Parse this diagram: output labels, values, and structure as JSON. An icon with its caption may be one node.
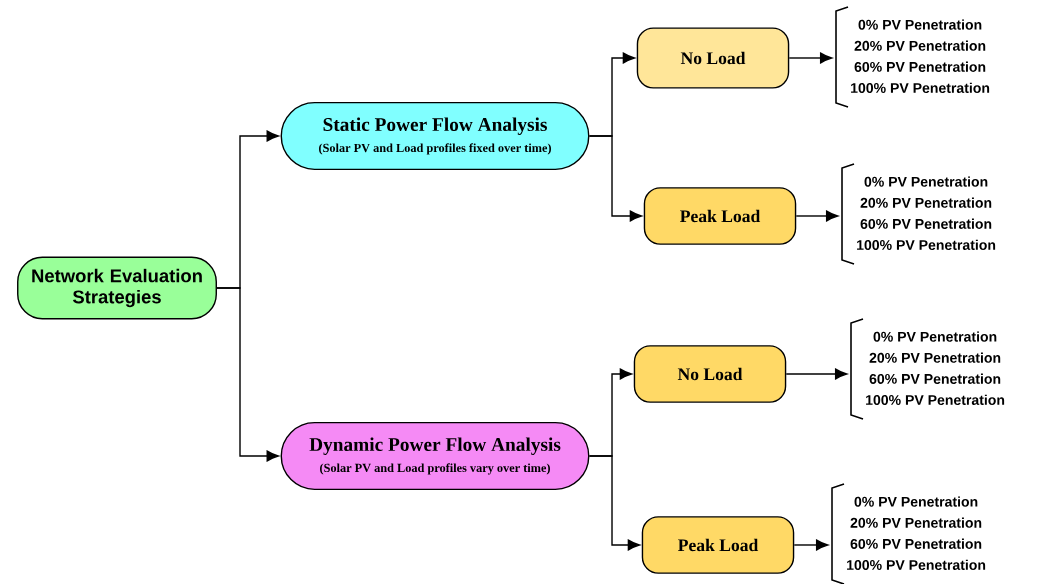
{
  "diagram": {
    "nodes": [
      {
        "text": [
          "Network Evaluation Strategies"
        ]
      },
      {
        "text": [
          "Static Power Flow Analysis",
          "(Solar PV and Load profiles fixed over time)"
        ]
      },
      {
        "text": [
          "Dynamic Power Flow Analysis",
          "(Solar PV and Load profiles vary over time)"
        ]
      },
      {
        "text": [
          "No Load"
        ]
      },
      {
        "text": [
          "Peak Load"
        ]
      },
      {
        "text": [
          "No Load"
        ]
      },
      {
        "text": [
          "Peak Load"
        ]
      },
      {
        "text": [
          "0% PV Penetration",
          "20% PV Penetration",
          "60% PV Penetration",
          "100% PV Penetration"
        ]
      },
      {
        "text": [
          "0% PV Penetration",
          "20% PV Penetration",
          "60% PV Penetration",
          "100% PV Penetration"
        ]
      },
      {
        "text": [
          "0% PV Penetration",
          "20% PV Penetration",
          "60% PV Penetration",
          "100% PV Penetration"
        ]
      },
      {
        "text": [
          "0% PV Penetration",
          "20% PV Penetration",
          "60% PV Penetration",
          "100% PV Penetration"
        ]
      }
    ],
    "edges": [
      {
        "from": 0,
        "to": 1,
        "arrow": "to"
      },
      {
        "from": 0,
        "to": 2,
        "arrow": "to"
      },
      {
        "from": 1,
        "to": 3,
        "arrow": "to"
      },
      {
        "from": 1,
        "to": 4,
        "arrow": "to"
      },
      {
        "from": 2,
        "to": 5,
        "arrow": "to"
      },
      {
        "from": 2,
        "to": 6,
        "arrow": "to"
      },
      {
        "from": 3,
        "to": 7,
        "arrow": "to"
      },
      {
        "from": 4,
        "to": 8,
        "arrow": "to"
      },
      {
        "from": 5,
        "to": 9,
        "arrow": "to"
      },
      {
        "from": 6,
        "to": 10,
        "arrow": "to"
      }
    ]
  }
}
